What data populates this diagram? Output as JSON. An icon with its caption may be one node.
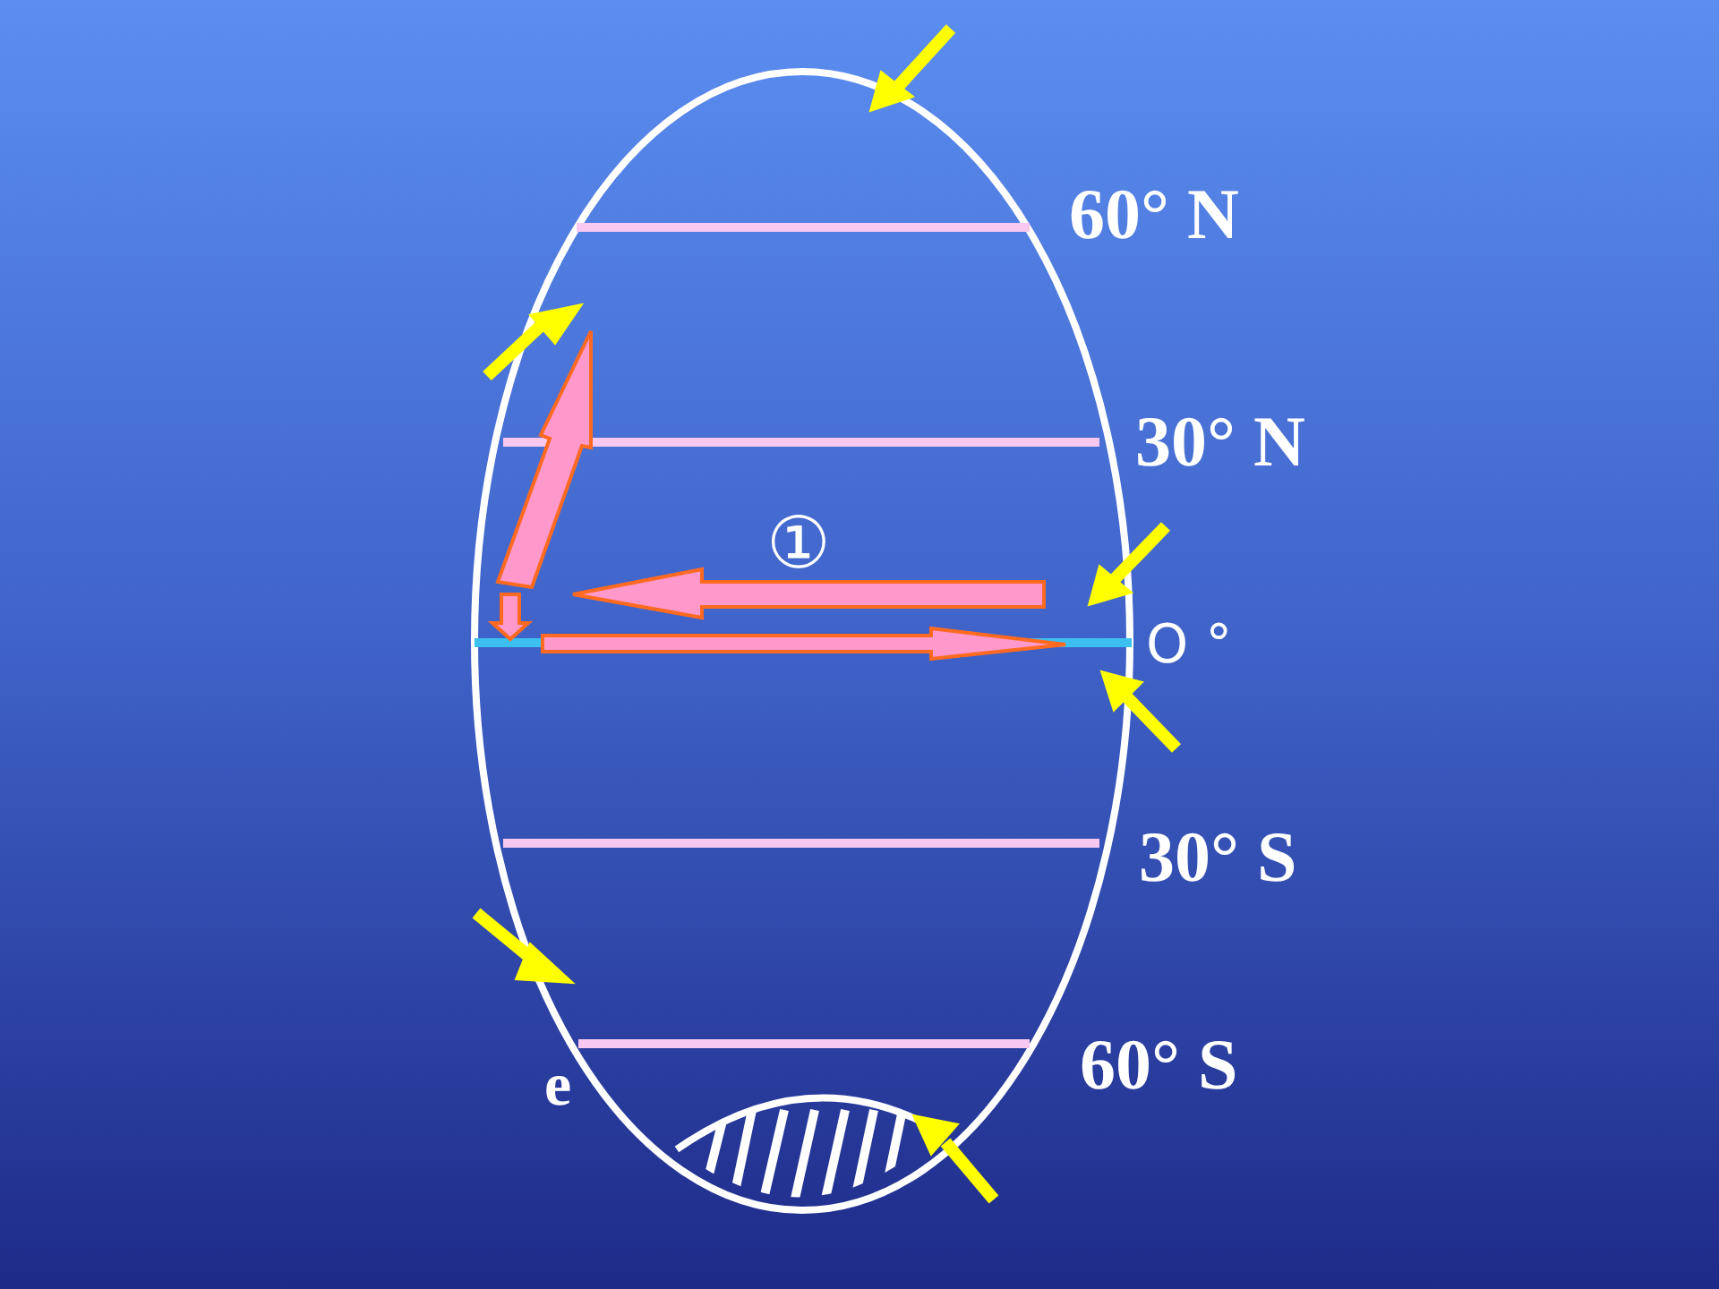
{
  "diagram": {
    "labels": [
      "60° N",
      "30° N",
      "①",
      "O °",
      "30° S",
      "60° S",
      "e"
    ]
  }
}
